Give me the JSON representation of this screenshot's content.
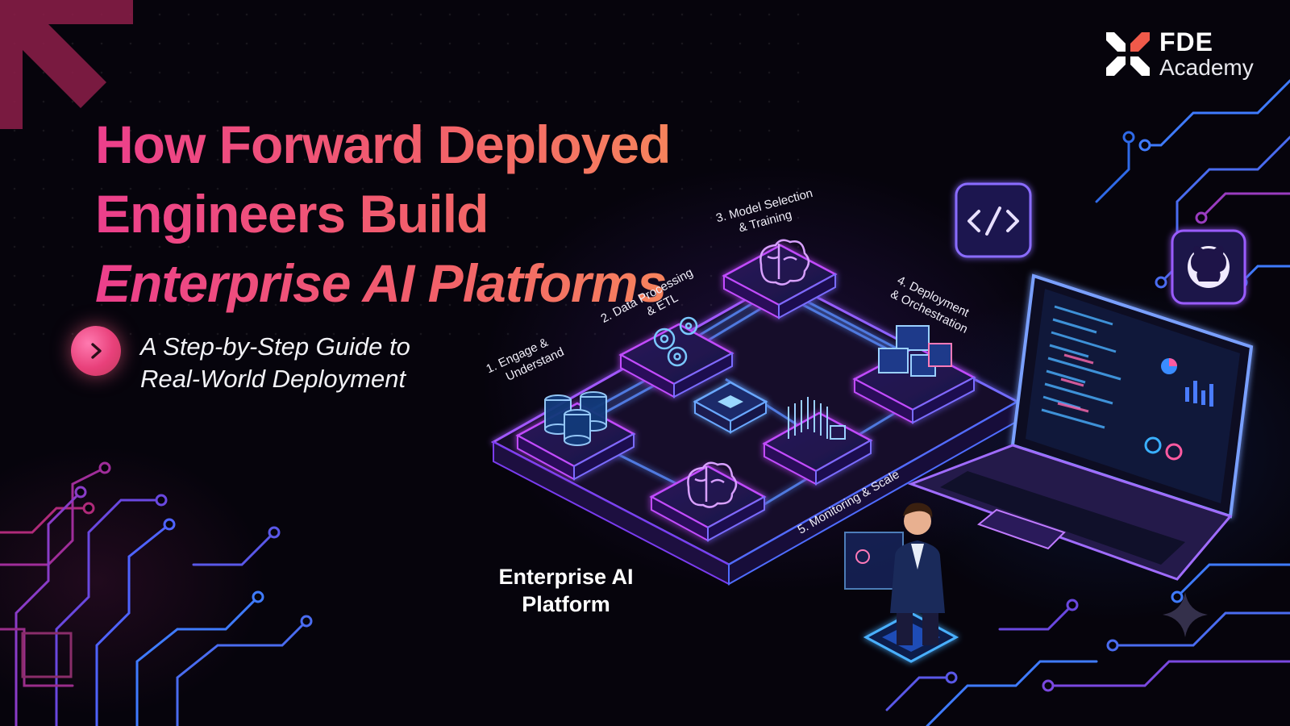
{
  "brand": {
    "name": "FDE",
    "tagline": "Academy",
    "colors": {
      "pink": "#ec3f8c",
      "coral": "#f7895a",
      "violet": "#8a5cff",
      "blue": "#3f7bff"
    }
  },
  "headline": {
    "line1": "How Forward Deployed",
    "line2": "Engineers Build",
    "line3": "Enterprise AI Platforms"
  },
  "subtitle": {
    "line1": "A Step-by-Step Guide to",
    "line2": "Real-World Deployment"
  },
  "steps": [
    {
      "line1": "1. Engage &",
      "line2": "Understand",
      "icon": "database-icon"
    },
    {
      "line1": "2. Data Processing",
      "line2": "& ETL",
      "icon": "gears-icon"
    },
    {
      "line1": "3. Model Selection",
      "line2": "& Training",
      "icon": "brain-icon"
    },
    {
      "line1": "4. Deployment",
      "line2": "& Orchestration",
      "icon": "containers-icon"
    },
    {
      "line1": "5. Monitoring & Scale",
      "line2": "",
      "icon": "server-rack-icon"
    }
  ],
  "platform": {
    "line1": "Enterprise AI",
    "line2": "Platform"
  },
  "icons": [
    "code-brackets-icon",
    "github-icon",
    "laptop-icon",
    "engineer-figure-icon",
    "sparkle-icon",
    "chevron-right-icon"
  ]
}
